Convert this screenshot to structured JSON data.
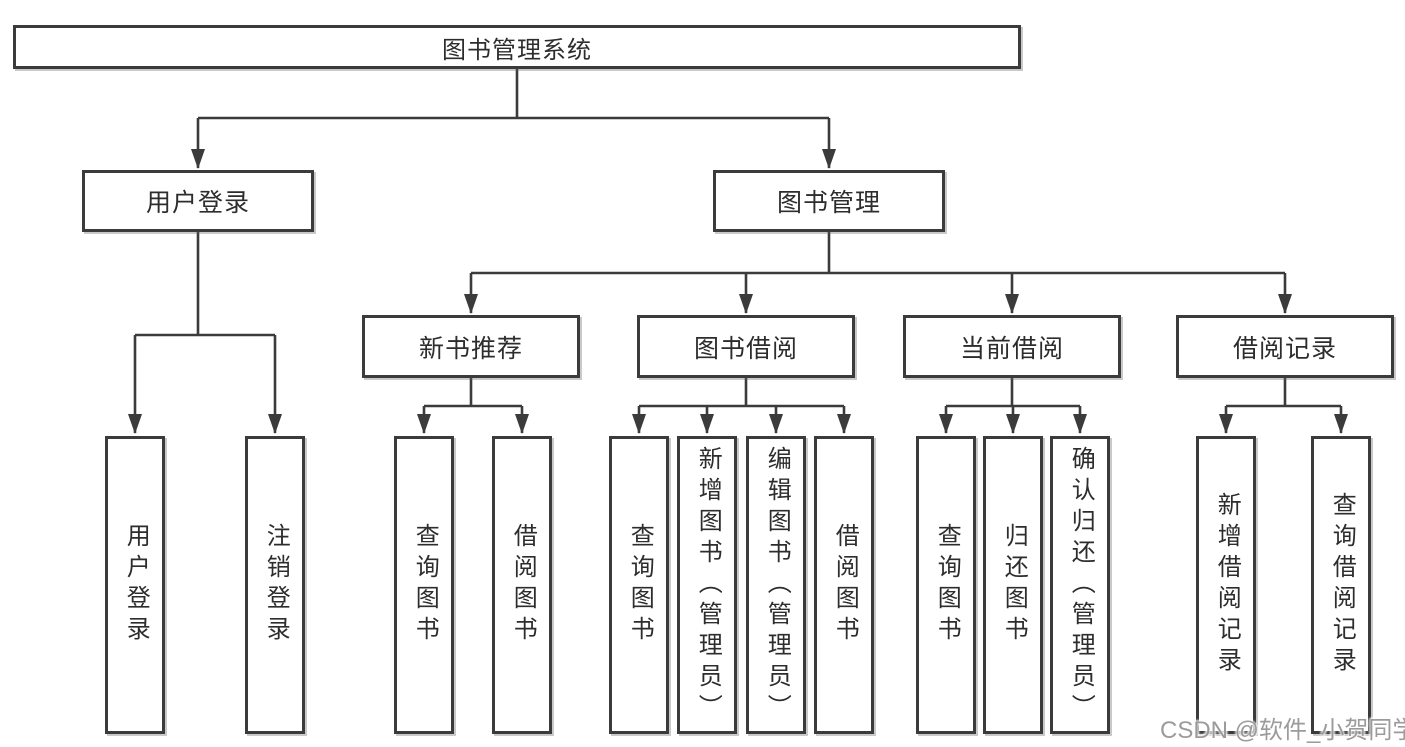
{
  "diagram": {
    "type": "hierarchy-tree",
    "title": "图书管理系统"
  },
  "nodes": {
    "root": {
      "label": "图书管理系统"
    },
    "user-login": {
      "label": "用户登录"
    },
    "book-management": {
      "label": "图书管理"
    },
    "new-book-recommend": {
      "label": "新书推荐"
    },
    "book-borrow": {
      "label": "图书借阅"
    },
    "current-borrow": {
      "label": "当前借阅"
    },
    "borrow-records": {
      "label": "借阅记录"
    },
    "leaf-user-login": {
      "label": "用户登录"
    },
    "leaf-logout": {
      "label": "注销登录"
    },
    "leaf-query-book-1": {
      "label": "查询图书"
    },
    "leaf-borrow-book-1": {
      "label": "借阅图书"
    },
    "leaf-query-book-2": {
      "label": "查询图书"
    },
    "leaf-add-book": {
      "label": "新增图书（管理员）"
    },
    "leaf-edit-book": {
      "label": "编辑图书（管理员）"
    },
    "leaf-borrow-book-2": {
      "label": "借阅图书"
    },
    "leaf-query-book-3": {
      "label": "查询图书"
    },
    "leaf-return-book": {
      "label": "归还图书"
    },
    "leaf-confirm-return": {
      "label": "确认归还（管理员）"
    },
    "leaf-add-borrow-record": {
      "label": "新增借阅记录"
    },
    "leaf-query-borrow-record": {
      "label": "查询借阅记录"
    }
  },
  "edges": [
    [
      "root",
      "user-login"
    ],
    [
      "root",
      "book-management"
    ],
    [
      "user-login",
      "leaf-user-login"
    ],
    [
      "user-login",
      "leaf-logout"
    ],
    [
      "book-management",
      "new-book-recommend"
    ],
    [
      "book-management",
      "book-borrow"
    ],
    [
      "book-management",
      "current-borrow"
    ],
    [
      "book-management",
      "borrow-records"
    ],
    [
      "new-book-recommend",
      "leaf-query-book-1"
    ],
    [
      "new-book-recommend",
      "leaf-borrow-book-1"
    ],
    [
      "book-borrow",
      "leaf-query-book-2"
    ],
    [
      "book-borrow",
      "leaf-add-book"
    ],
    [
      "book-borrow",
      "leaf-edit-book"
    ],
    [
      "book-borrow",
      "leaf-borrow-book-2"
    ],
    [
      "current-borrow",
      "leaf-query-book-3"
    ],
    [
      "current-borrow",
      "leaf-return-book"
    ],
    [
      "current-borrow",
      "leaf-confirm-return"
    ],
    [
      "borrow-records",
      "leaf-add-borrow-record"
    ],
    [
      "borrow-records",
      "leaf-query-borrow-record"
    ]
  ],
  "watermark": {
    "text": "CSDN @软件_小贺同学",
    "color": "#9b9b9b"
  },
  "colors": {
    "background": "#ffffff",
    "line": "#3b3b3b",
    "box_border": "#3b3b3b",
    "text": "#2d2d2d"
  }
}
